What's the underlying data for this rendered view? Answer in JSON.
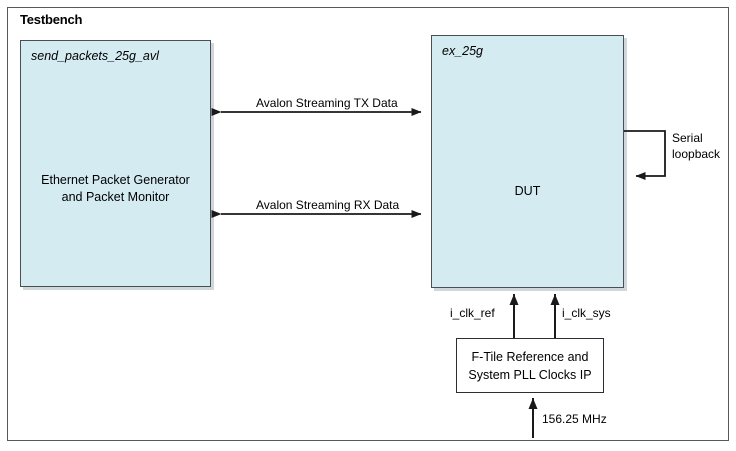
{
  "diagram": {
    "frame": {
      "title": "Testbench"
    },
    "blocks": [
      {
        "id": "send-packets",
        "tag": "send_packets_25g_avl",
        "body_line1": "Ethernet Packet Generator",
        "body_line2": "and Packet Monitor"
      },
      {
        "id": "dut",
        "tag": "ex_25g",
        "body_line1": "DUT"
      }
    ],
    "connections": [
      {
        "id": "tx",
        "label": "Avalon Streaming TX Data",
        "arrow": "bidirectional"
      },
      {
        "id": "rx",
        "label": "Avalon Streaming RX Data",
        "arrow": "bidirectional"
      },
      {
        "id": "loopback",
        "label_line1": "Serial",
        "label_line2": "loopback",
        "arrow": "into-dut"
      },
      {
        "id": "clk-ref",
        "label": "i_clk_ref",
        "arrow": "up"
      },
      {
        "id": "clk-sys",
        "label": "i_clk_sys",
        "arrow": "up"
      },
      {
        "id": "ref-clock",
        "label": "156.25 MHz",
        "arrow": "up"
      }
    ],
    "pll_block": {
      "line1": "F-Tile Reference and",
      "line2": "System PLL Clocks IP"
    },
    "colors": {
      "block_fill": "#d4ebf2",
      "block_border": "#4a4f53",
      "frame_border": "#555a5e",
      "wire": "#1a1a1a",
      "text": "#000000",
      "canvas": "#ffffff"
    }
  }
}
